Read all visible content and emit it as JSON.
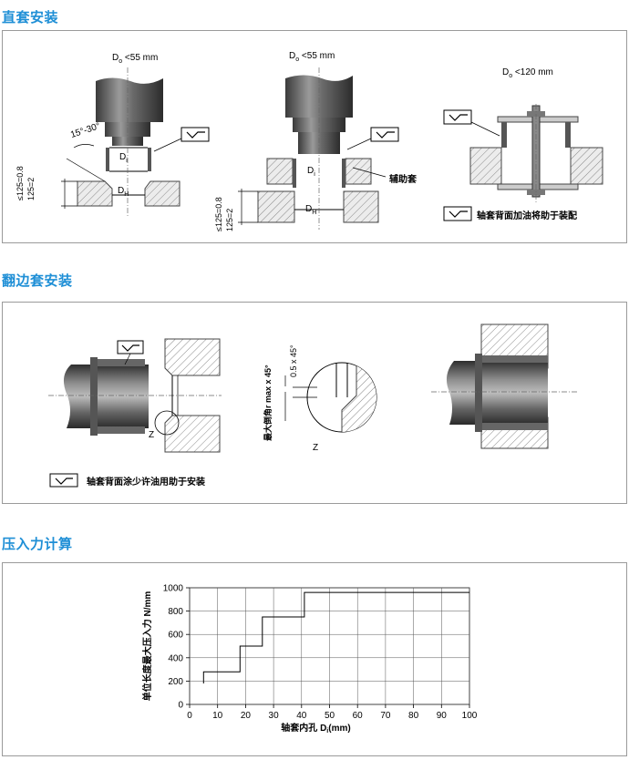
{
  "sections": {
    "straight": {
      "title": "直套安装",
      "fig1": {
        "do_label": "D",
        "do_sub": "o",
        "do_cond": "<55 mm",
        "angle": "15°-30°",
        "di": "D",
        "di_sub": "i",
        "dh": "D",
        "dh_sub": "H",
        "ra1": "≤125=0.8",
        "ra2": "125=2"
      },
      "fig2": {
        "do_label": "D",
        "do_sub": "o",
        "do_cond": "<55 mm",
        "di": "D",
        "di_sub": "i",
        "dh": "D",
        "dh_sub": "H",
        "aux": "辅助套",
        "ra1": "≤125=0.8",
        "ra2": "125=2"
      },
      "fig3": {
        "do_label": "D",
        "do_sub": "o",
        "do_cond": "<120 mm",
        "note": "轴套背面加油将助于装配"
      }
    },
    "flanged": {
      "title": "翻边套安装",
      "z_label": "Z",
      "z2_label": "Z",
      "chamfer_max": "最大倒角r max x 45°",
      "chamfer": "0.5 x 45°",
      "note": "轴套背面涂少许油用助于安装"
    },
    "force": {
      "title": "压入力计算"
    }
  },
  "chart_data": {
    "type": "line",
    "xlabel": "轴套内孔 D",
    "xlabel_sub": "i",
    "xlabel_unit": "(mm)",
    "ylabel": "单位长度最大压入力 N/mm",
    "xlim": [
      0,
      100
    ],
    "ylim": [
      0,
      1000
    ],
    "xticks": [
      0,
      10,
      20,
      30,
      40,
      50,
      60,
      70,
      80,
      90,
      100
    ],
    "yticks": [
      0,
      200,
      400,
      600,
      800,
      1000
    ],
    "grid": true,
    "series": [
      {
        "x": [
          5,
          5,
          18,
          18,
          26,
          26,
          41,
          41,
          100
        ],
        "y": [
          180,
          280,
          280,
          500,
          500,
          750,
          750,
          960,
          960
        ]
      }
    ]
  }
}
